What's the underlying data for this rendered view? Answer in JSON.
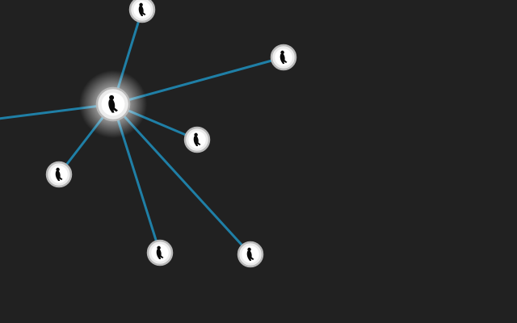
{
  "graph": {
    "colors": {
      "background": "#212121",
      "edge": "#1f7fa6",
      "node_ring": "#ececec",
      "node_border": "#b9b9b9",
      "node_icon": "#0a0a0a",
      "hub_glow": "#ffffff"
    },
    "hub": {
      "id": "hub",
      "icon": "person-silhouette-icon",
      "highlighted": true
    },
    "nodes": [
      {
        "id": "node-top",
        "icon": "person-silhouette-icon"
      },
      {
        "id": "node-upper-right",
        "icon": "person-silhouette-icon"
      },
      {
        "id": "node-right",
        "icon": "person-silhouette-icon"
      },
      {
        "id": "node-left",
        "icon": "person-silhouette-icon"
      },
      {
        "id": "node-bottom-left",
        "icon": "person-silhouette-icon"
      },
      {
        "id": "node-bottom-right",
        "icon": "person-silhouette-icon"
      }
    ],
    "edges": [
      {
        "from": "hub",
        "to": "node-top"
      },
      {
        "from": "hub",
        "to": "node-upper-right"
      },
      {
        "from": "hub",
        "to": "node-right"
      },
      {
        "from": "hub",
        "to": "node-left"
      },
      {
        "from": "hub",
        "to": "node-bottom-left"
      },
      {
        "from": "hub",
        "to": "node-bottom-right"
      },
      {
        "from": "hub",
        "to": "offscreen-left"
      }
    ]
  }
}
